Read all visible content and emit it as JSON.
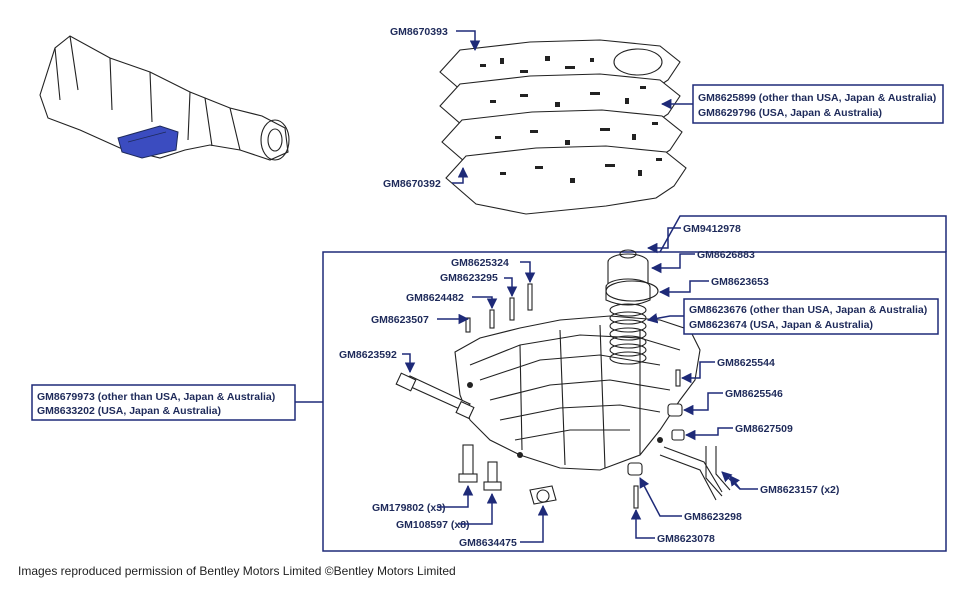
{
  "parts": {
    "gm8670393": "GM8670393",
    "gm8670392": "GM8670392",
    "plate_note_1": "GM8625899 (other than USA, Japan & Australia)",
    "plate_note_2": "GM8629796 (USA, Japan & Australia)",
    "gm9412978": "GM9412978",
    "gm8626883": "GM8626883",
    "gm8623653": "GM8623653",
    "spring_note_1": "GM8623676 (other than USA, Japan & Australia)",
    "spring_note_2": "GM8623674 (USA, Japan & Australia)",
    "gm8625324": "GM8625324",
    "gm8623295": "GM8623295",
    "gm8624482": "GM8624482",
    "gm8623507": "GM8623507",
    "gm8623592": "GM8623592",
    "body_note_1": "GM8679973 (other than USA, Japan & Australia)",
    "body_note_2": "GM8633202 (USA, Japan & Australia)",
    "gm8625544": "GM8625544",
    "gm8625546": "GM8625546",
    "gm8627509": "GM8627509",
    "gm8623157": "GM8623157 (x2)",
    "gm179802": "GM179802 (x3)",
    "gm108597": "GM108597 (x8)",
    "gm8634475": "GM8634475",
    "gm8623298": "GM8623298",
    "gm8623078": "GM8623078"
  },
  "credit": "Images reproduced permission of Bentley Motors Limited ©Bentley Motors Limited",
  "colors": {
    "accent": "#1e2a78",
    "highlight": "#3b4cc0",
    "ink": "#222222"
  }
}
